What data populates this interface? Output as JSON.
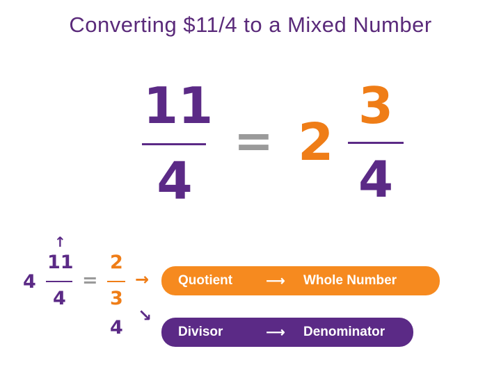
{
  "title": "Converting $11/4 to a Mixed Number",
  "main": {
    "numerator": "11",
    "denominator": "4",
    "equals": "=",
    "whole": "2",
    "result_numerator": "3",
    "result_denominator": "4"
  },
  "division": {
    "divisor": "4",
    "dividend": "11",
    "subtracted": "4",
    "equals": "=",
    "quotient": "2",
    "remainder": "3",
    "divisor_below": "4",
    "arrow_up": "↑",
    "arrow_right": "→",
    "arrow_diag": "↘"
  },
  "labels": {
    "quotient_label": "Quotient",
    "whole_label": "Whole Number",
    "divisor_label": "Divisor",
    "denominator_label": "Denominator",
    "pill_arrow": "⟶"
  },
  "colors": {
    "purple": "#5b2a86",
    "orange": "#ef7d17",
    "gray": "#9a9a9a"
  }
}
